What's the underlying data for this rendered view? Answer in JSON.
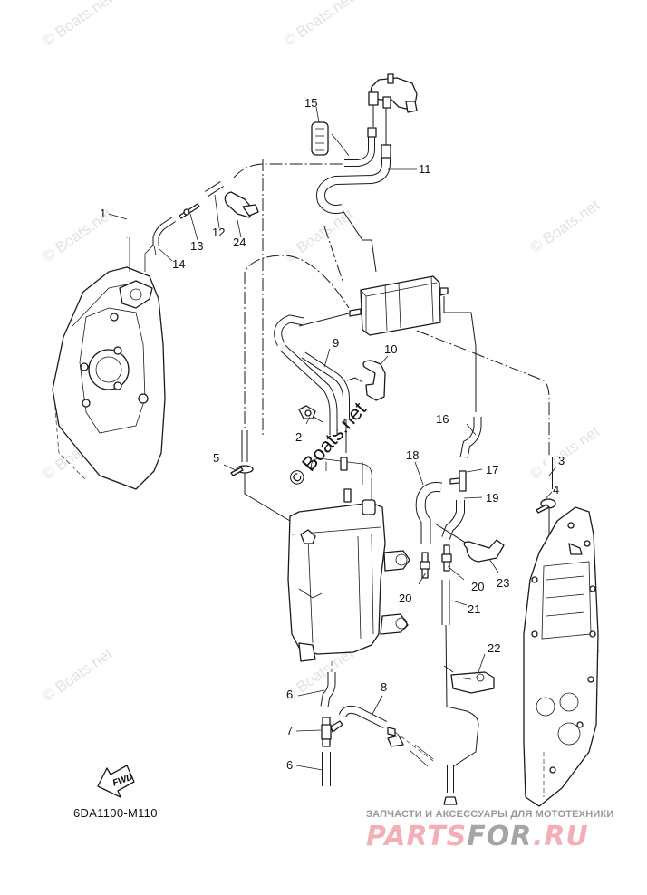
{
  "diagram": {
    "title_code": "6DA1100-M110",
    "fwd_label": "FWD",
    "callouts": [
      {
        "id": "1",
        "label": "1"
      },
      {
        "id": "2",
        "label": "2"
      },
      {
        "id": "3",
        "label": "3"
      },
      {
        "id": "4",
        "label": "4"
      },
      {
        "id": "5",
        "label": "5"
      },
      {
        "id": "6a",
        "label": "6"
      },
      {
        "id": "6b",
        "label": "6"
      },
      {
        "id": "7",
        "label": "7"
      },
      {
        "id": "8",
        "label": "8"
      },
      {
        "id": "9",
        "label": "9"
      },
      {
        "id": "10",
        "label": "10"
      },
      {
        "id": "11",
        "label": "11"
      },
      {
        "id": "12",
        "label": "12"
      },
      {
        "id": "13",
        "label": "13"
      },
      {
        "id": "14",
        "label": "14"
      },
      {
        "id": "15",
        "label": "15"
      },
      {
        "id": "16",
        "label": "16"
      },
      {
        "id": "17",
        "label": "17"
      },
      {
        "id": "18",
        "label": "18"
      },
      {
        "id": "19",
        "label": "19"
      },
      {
        "id": "20a",
        "label": "20"
      },
      {
        "id": "20b",
        "label": "20"
      },
      {
        "id": "21",
        "label": "21"
      },
      {
        "id": "22",
        "label": "22"
      },
      {
        "id": "23",
        "label": "23"
      },
      {
        "id": "24",
        "label": "24"
      }
    ]
  },
  "watermark": {
    "text": "© Boats.net",
    "center_text": "© Boats.net"
  },
  "advert": {
    "tagline": "ЗАПЧАСТИ И АКСЕССУАРЫ ДЛЯ МОТОТЕХНИКИ",
    "logo_part1": "PARTS",
    "logo_part2": "FOR",
    "logo_part3": ".RU",
    "colors": {
      "pink": "#f4aeb5",
      "gray": "#a5a5a5"
    }
  }
}
